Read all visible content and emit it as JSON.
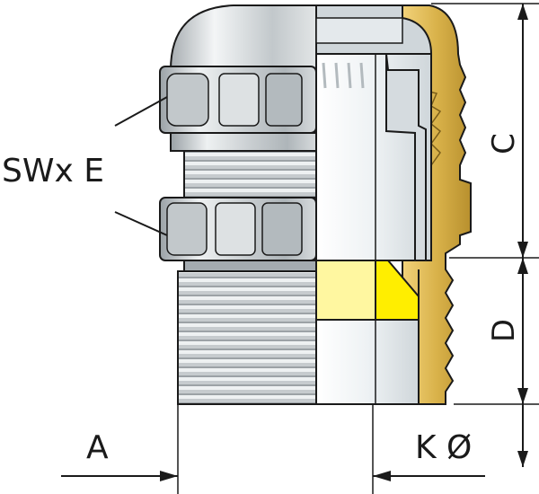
{
  "labels": {
    "wrench_size": "SWx E",
    "thread_length": "C",
    "body_length": "D",
    "outer_dim": "A",
    "cable_dia": "K Ø"
  },
  "colors": {
    "metal_light": "#e8ebec",
    "metal_mid": "#b9bfc3",
    "metal_dark": "#8d9499",
    "brass": "#d9b24a",
    "brass_dark": "#b8902e",
    "seal_yellow": "#ffee00",
    "seal_pale": "#fff7a0",
    "line": "#1a1a1a"
  }
}
